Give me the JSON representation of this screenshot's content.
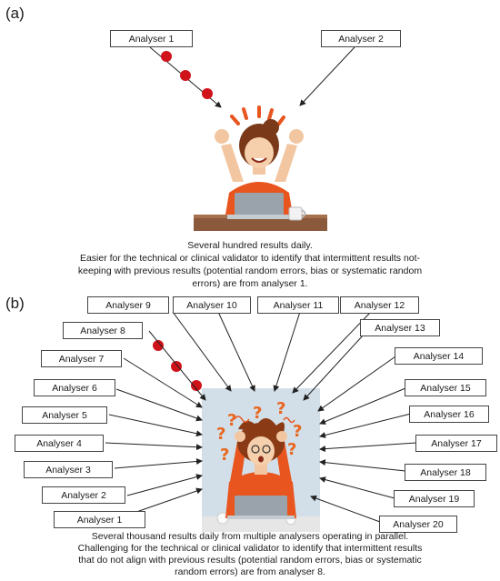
{
  "panel_a": {
    "label": "(a)",
    "analysers": [
      "Analyser 1",
      "Analyser 2"
    ],
    "caption_lines": [
      "Several hundred results daily.",
      "Easier for the technical or clinical validator to identify that intermittent results not-",
      "keeping with previous results (potential random errors, bias or systematic random",
      "errors) are from analyser 1."
    ]
  },
  "panel_b": {
    "label": "(b)",
    "analysers": [
      "Analyser 1",
      "Analyser 2",
      "Analyser 3",
      "Analyser 4",
      "Analyser 5",
      "Analyser 6",
      "Analyser 7",
      "Analyser 8",
      "Analyser 9",
      "Analyser 10",
      "Analyser 11",
      "Analyser 12",
      "Analyser 13",
      "Analyser 14",
      "Analyser 15",
      "Analyser 16",
      "Analyser 17",
      "Analyser 18",
      "Analyser 19",
      "Analyser 20"
    ],
    "caption_lines": [
      "Several thousand results daily from multiple analysers operating in parallel.",
      "Challenging for the technical or clinical validator to identify that intermittent results",
      "that do not align with previous results (potential random errors, bias or systematic",
      "random errors) are from analyser 8."
    ]
  },
  "colors": {
    "error_dot": "#d0121b",
    "shirt": "#e8551f",
    "hair": "#7a3a1a",
    "background_b": "#d3dfe8"
  }
}
